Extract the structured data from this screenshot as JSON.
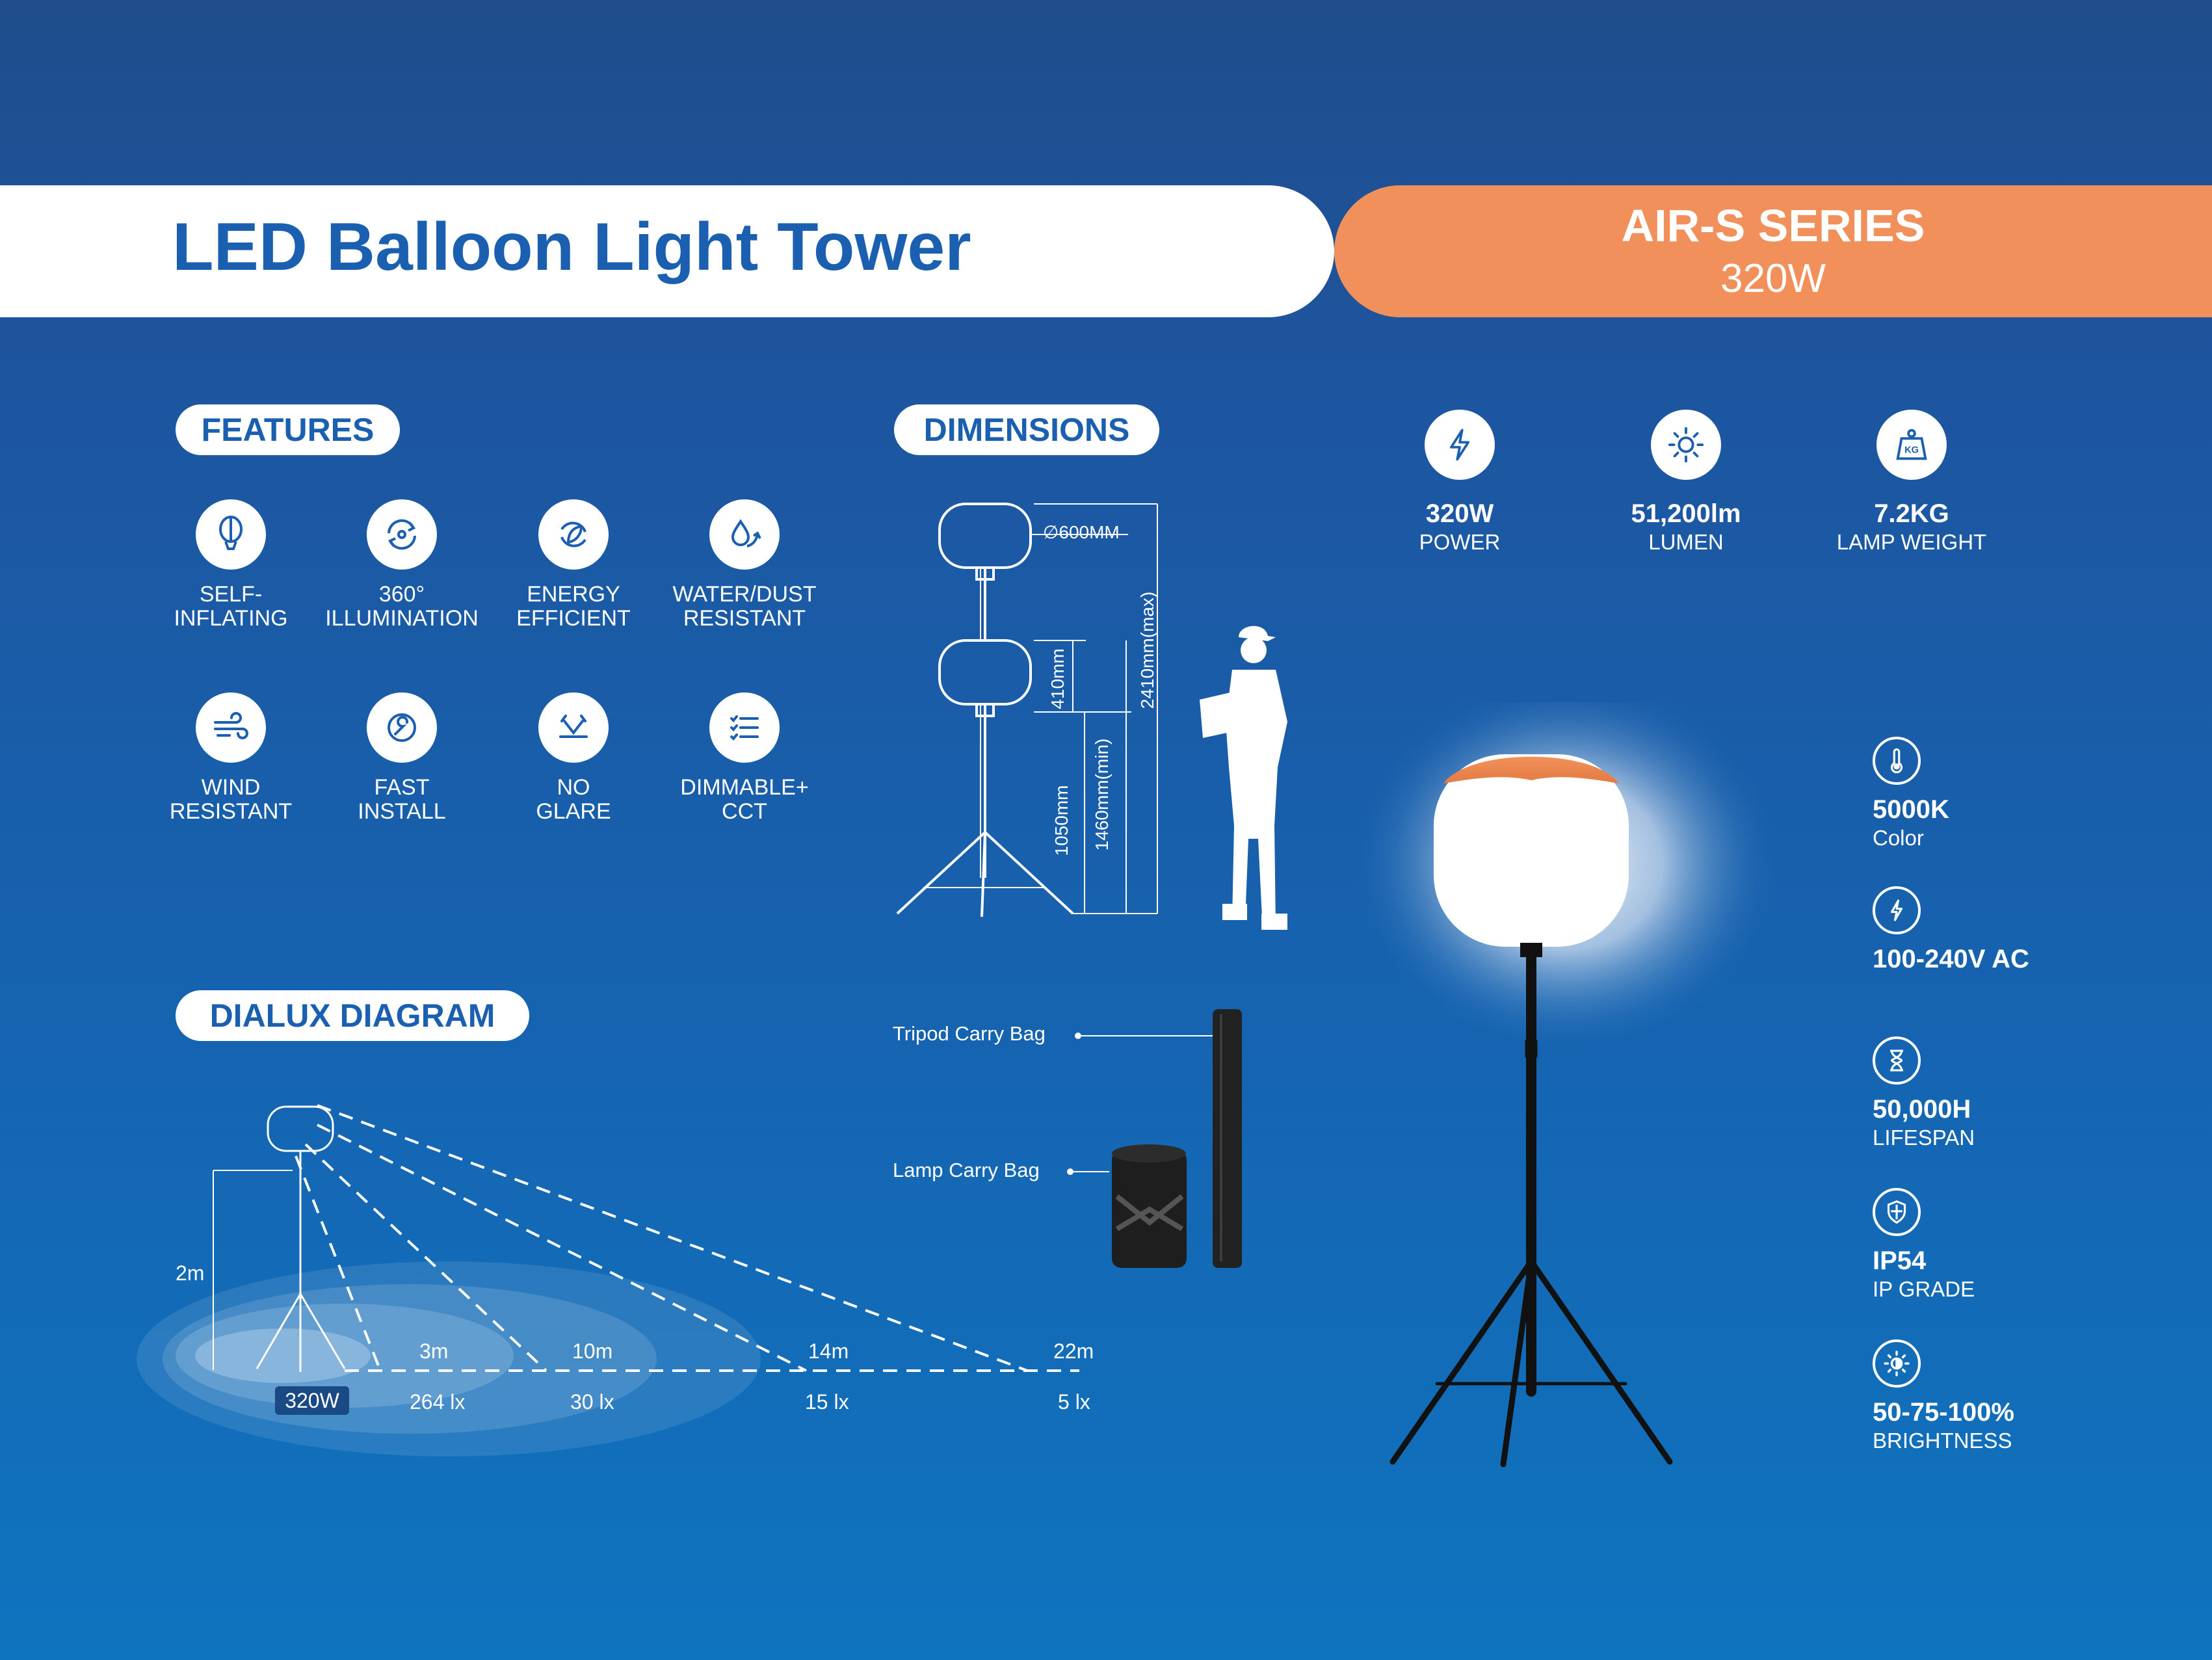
{
  "header": {
    "title": "LED Balloon Light Tower",
    "series": "AIR-S SERIES",
    "wattage": "320W"
  },
  "sections": {
    "features": "FEATURES",
    "dimensions": "DIMENSIONS",
    "dialux": "DIALUX DIAGRAM"
  },
  "features": [
    {
      "icon": "balloon-icon",
      "label": "SELF-\nINFLATING"
    },
    {
      "icon": "rotate-360-icon",
      "label": "360°\nILLUMINATION"
    },
    {
      "icon": "leaf-cycle-icon",
      "label": "ENERGY\nEFFICIENT"
    },
    {
      "icon": "water-drop-icon",
      "label": "WATER/DUST\nRESISTANT"
    },
    {
      "icon": "wind-icon",
      "label": "WIND\nRESISTANT"
    },
    {
      "icon": "wrench-icon",
      "label": "FAST\nINSTALL"
    },
    {
      "icon": "no-glare-icon",
      "label": "NO\nGLARE"
    },
    {
      "icon": "dimmer-list-icon",
      "label": "DIMMABLE+\nCCT"
    }
  ],
  "dimensions": {
    "diameter": "∅600MM",
    "balloon_height": "410mm",
    "max_height": "2410mm(max)",
    "min_height": "1460mm(min)",
    "tripod_height": "1050mm"
  },
  "accessories": {
    "tripod_bag": "Tripod Carry Bag",
    "lamp_bag": "Lamp Carry Bag"
  },
  "top_specs": [
    {
      "icon": "lightning-icon",
      "value": "320W",
      "label": "POWER"
    },
    {
      "icon": "sun-icon",
      "value": "51,200lm",
      "label": "LUMEN"
    },
    {
      "icon": "weight-kg-icon",
      "value": "7.2KG",
      "label": "LAMP WEIGHT"
    }
  ],
  "side_specs": [
    {
      "icon": "thermometer-icon",
      "value": "5000K",
      "label": "Color"
    },
    {
      "icon": "lightning-icon",
      "value": "100-240V AC",
      "label": ""
    },
    {
      "icon": "hourglass-icon",
      "value": "50,000H",
      "label": "LIFESPAN"
    },
    {
      "icon": "shield-icon",
      "value": "IP54",
      "label": "IP GRADE"
    },
    {
      "icon": "brightness-icon",
      "value": "50-75-100%",
      "label": "BRIGHTNESS"
    }
  ],
  "dialux": {
    "height": "2m",
    "power_badge": "320W",
    "distances": [
      "3m",
      "10m",
      "14m",
      "22m"
    ],
    "lux": [
      "264 lx",
      "30 lx",
      "15 lx",
      "5 lx"
    ]
  },
  "colors": {
    "accent": "#f2905c",
    "brand_blue": "#1a5fb0",
    "background": "#1663b0"
  }
}
